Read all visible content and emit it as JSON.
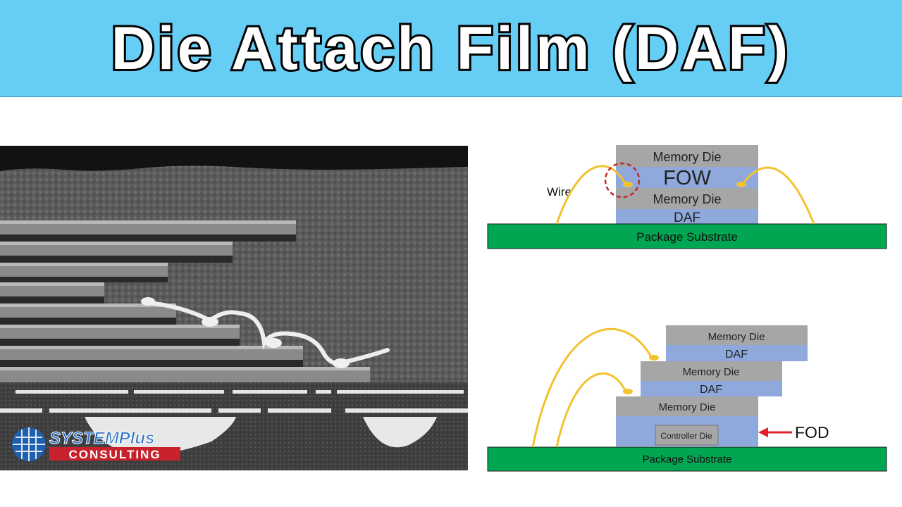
{
  "title": "Die Attach Film (DAF)",
  "sem_image": {
    "logo": {
      "line1": "SYSTEMPlus",
      "line2": "CONSULTING"
    }
  },
  "diagram_fow": {
    "top_die": "Memory Die",
    "adhesive": "FOW",
    "bottom_die": "Memory Die",
    "bottom_film": "DAF",
    "substrate": "Package Substrate",
    "wire_label": "Wire"
  },
  "diagram_fod": {
    "die1": "Memory Die",
    "daf1": "DAF",
    "die2": "Memory Die",
    "daf2": "DAF",
    "die3": "Memory Die",
    "controller": "Controller Die",
    "fod_label": "FOD",
    "substrate": "Package Substrate"
  },
  "colors": {
    "banner": "#66cdf5",
    "die_gray": "#a6a6a6",
    "film_blue": "#8fa9dc",
    "substrate_green": "#00a651",
    "wire_yellow": "#f2c230",
    "fod_arrow": "#e0202a",
    "circle_red": "#c0282d"
  }
}
